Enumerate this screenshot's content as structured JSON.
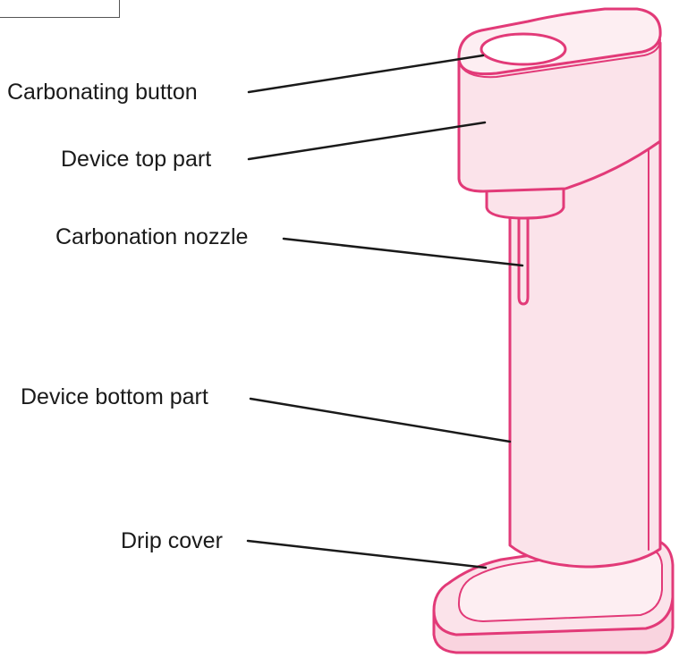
{
  "colors": {
    "outline": "#e23a78",
    "fill": "#fbe3ea",
    "fill_light": "#fdeef2",
    "leader_line": "#1a1a1a",
    "text": "#1a1a1a"
  },
  "labels": {
    "carbonating_button": "Carbonating button",
    "device_top_part": "Device top part",
    "carbonation_nozzle": "Carbonation nozzle",
    "device_bottom_part": "Device bottom part",
    "drip_cover": "Drip cover"
  }
}
